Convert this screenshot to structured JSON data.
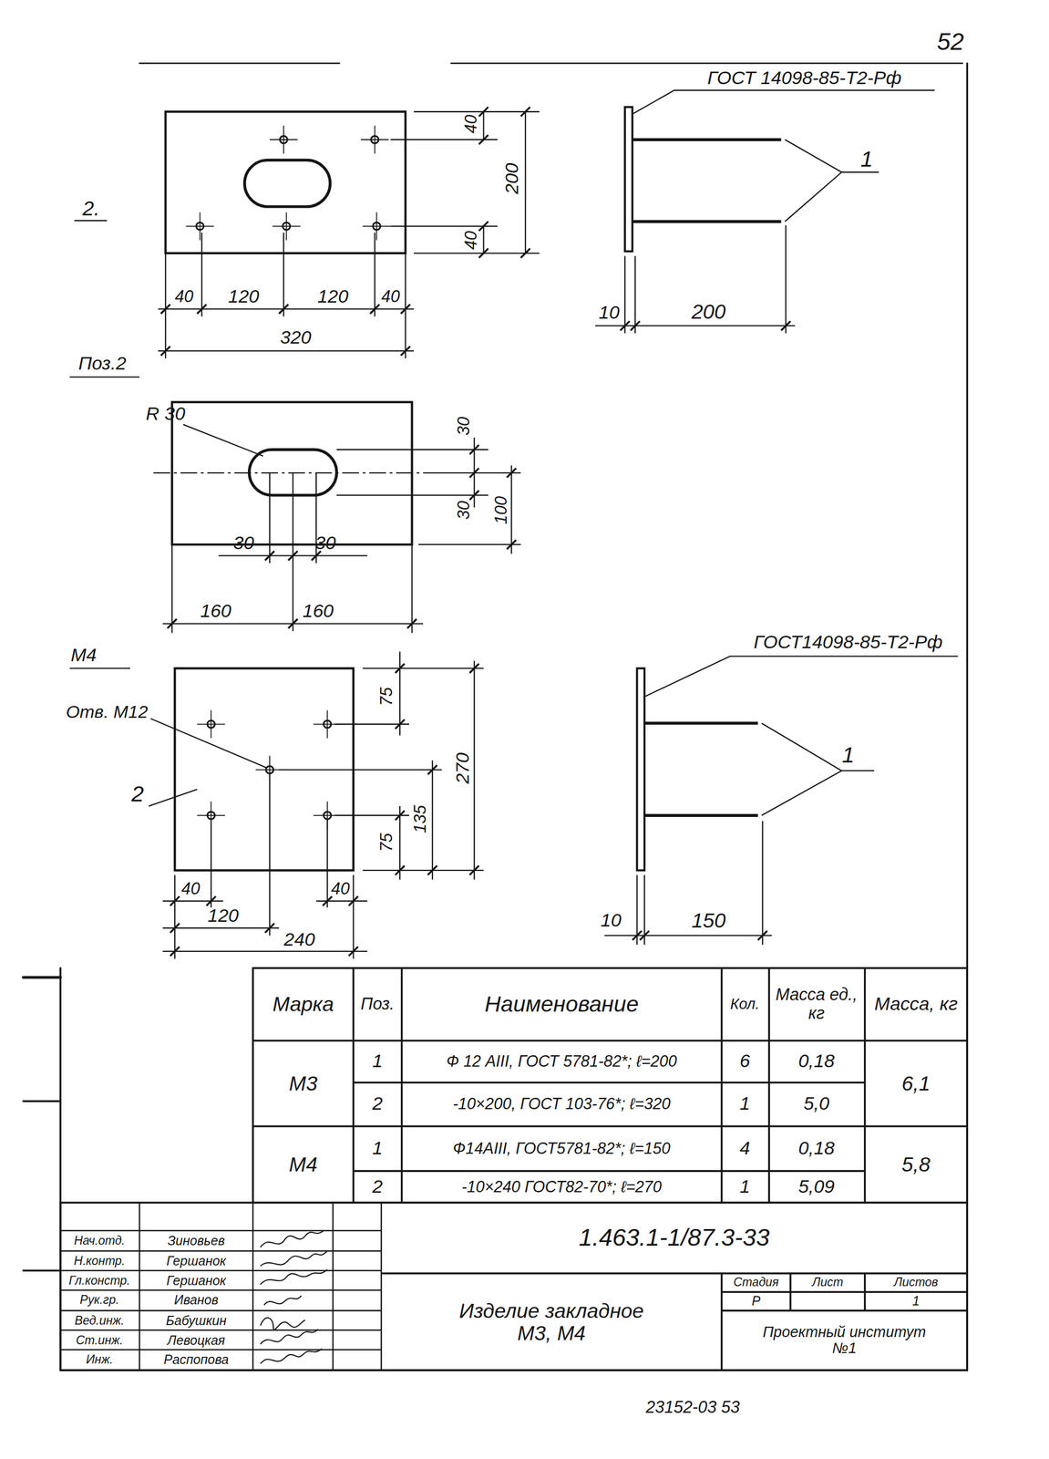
{
  "diagram": {
    "labels": [
      "52",
      "ГОСТ 14098-85-Т2-Рф",
      "40",
      "200",
      "40",
      "2.",
      "1",
      "40",
      "120",
      "120",
      "40",
      "320",
      "10",
      "200",
      "Поз.2",
      "R 30",
      "30",
      "30",
      "100",
      "30",
      "30",
      "160",
      "160",
      "М4",
      "Отв. М12",
      "2",
      "75",
      "270",
      "135",
      "75",
      "40",
      "40",
      "120",
      "240",
      "ГОСТ14098-85-Т2-Рф",
      "1",
      "10",
      "150",
      "Марка",
      "Поз.",
      "Наименование",
      "Кол.",
      "Масса ед., кг",
      "Масса, кг",
      "М3",
      "1",
      "Ф 12 АIII, ГОСТ 5781-82*; ℓ=200",
      "6",
      "0,18",
      "6,1",
      "2",
      "-10×200, ГОСТ 103-76*; ℓ=320",
      "1",
      "5,0",
      "М4",
      "1",
      "Ф14АIII, ГОСТ5781-82*; ℓ=150",
      "4",
      "0,18",
      "5,8",
      "2",
      "-10×240 ГОСТ82-70*; ℓ=270",
      "1",
      "5,09",
      "Нач.отд.",
      "Зиновьев",
      "Н.контр.",
      "Гершанок",
      "Гл.констр.",
      "Гершанок",
      "Рук.гр.",
      "Иванов",
      "Вед.инж.",
      "Бабушкин",
      "Ст.инж.",
      "Левоцкая",
      "Инж.",
      "Распопова",
      "1.463.1-1/87.3-33",
      "Изделие закладное М3, М4",
      "Стадия",
      "Лист",
      "Листов",
      "Р",
      "1",
      "Проектный институт №1",
      "23152-03 53"
    ]
  }
}
